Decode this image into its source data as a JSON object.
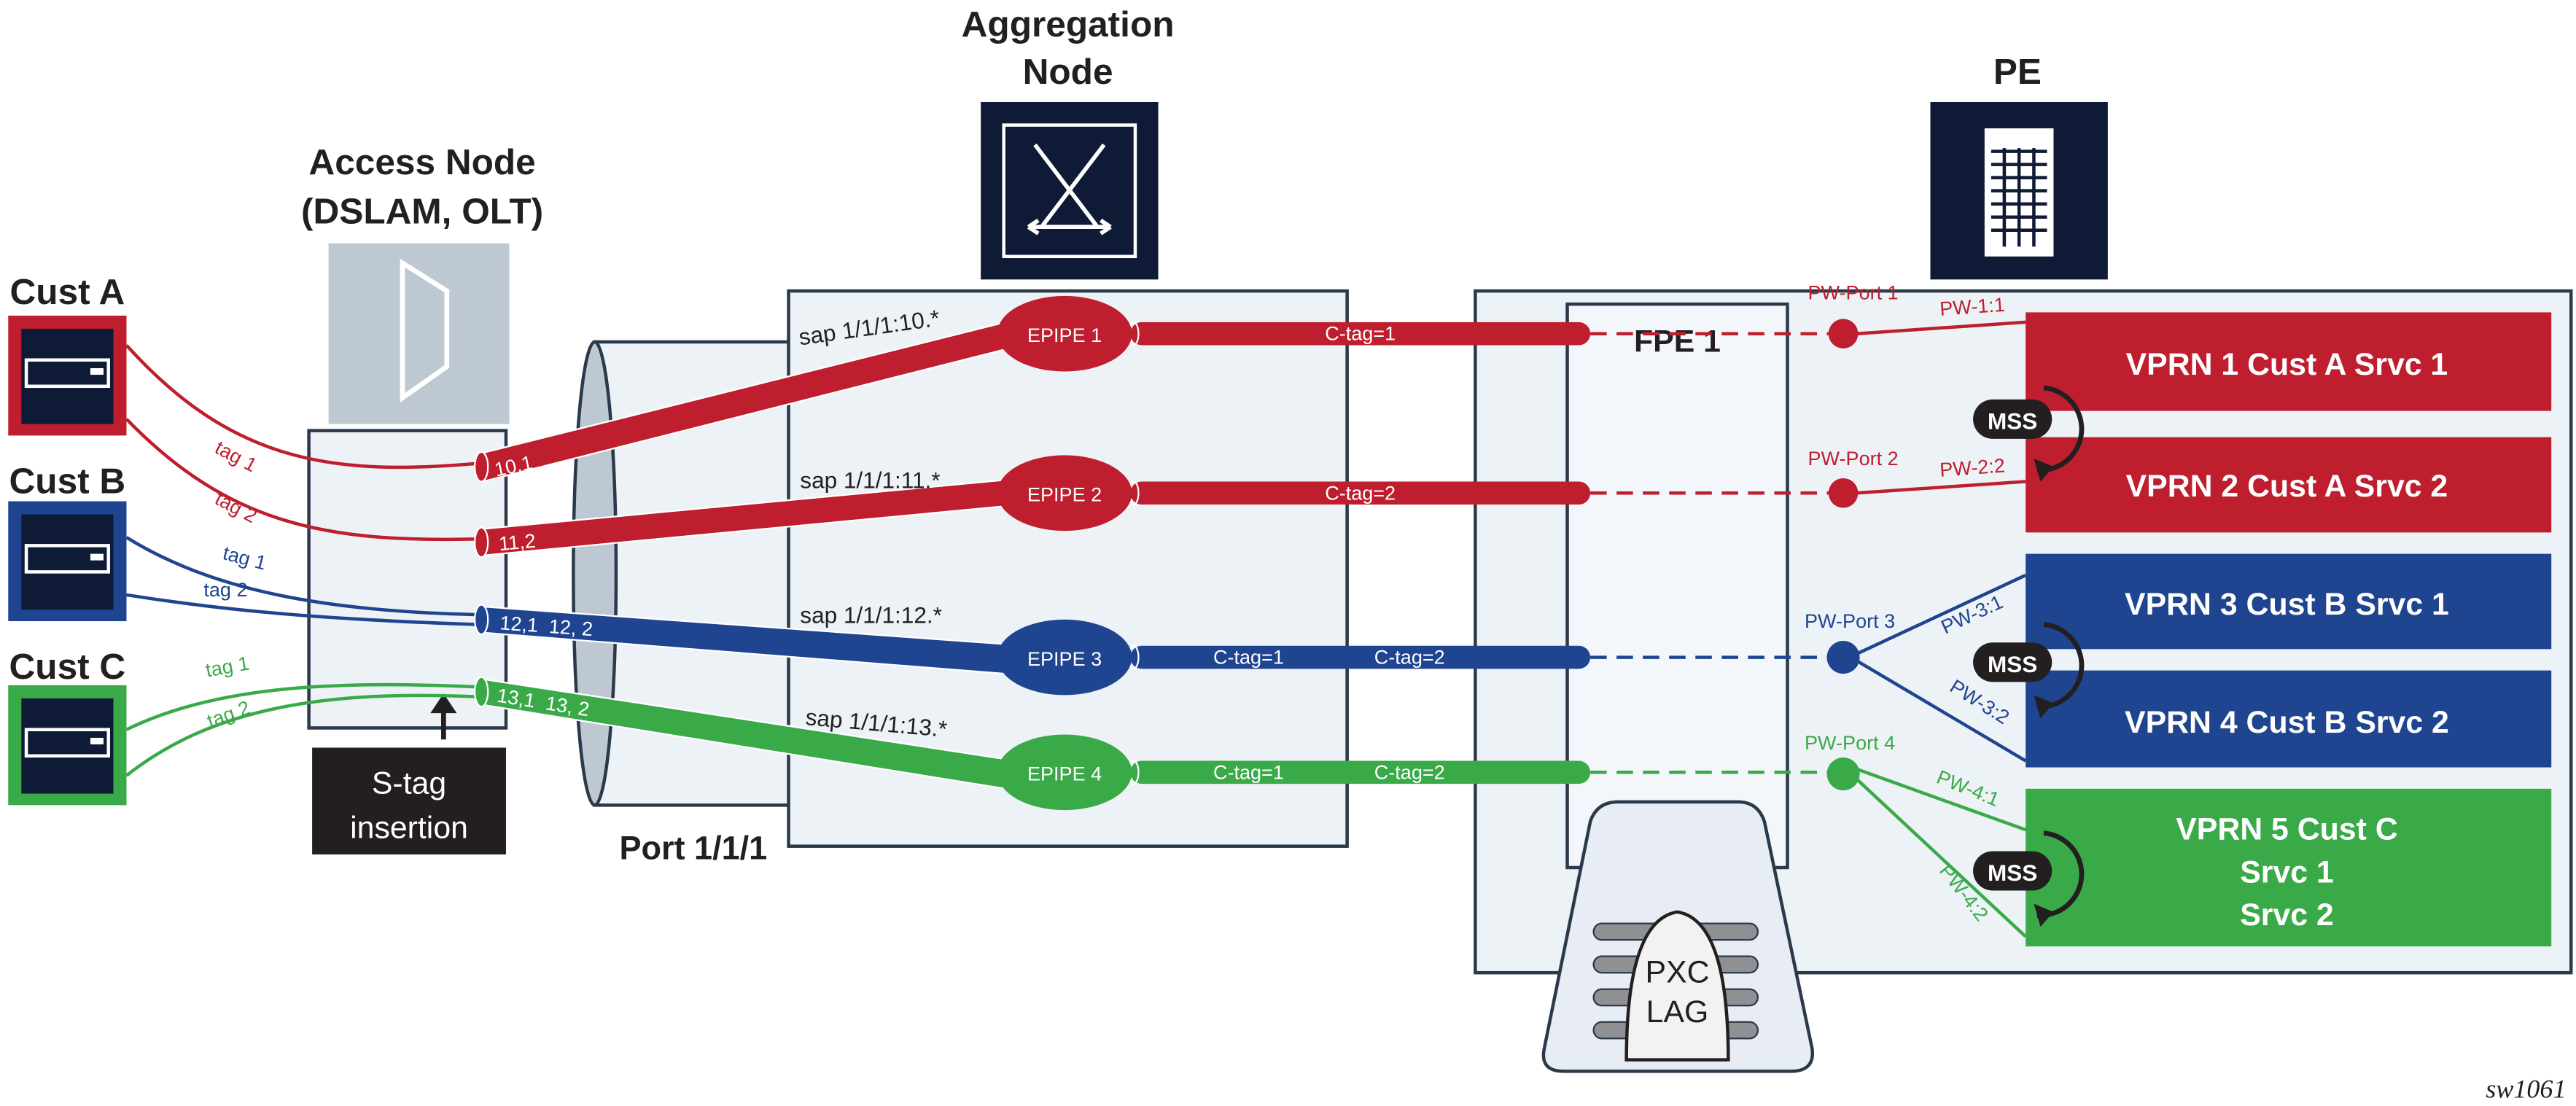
{
  "colors": {
    "red": "#be1e2d",
    "blue": "#1f4590",
    "green": "#3aaa49",
    "navy": "#0f1a36",
    "panel": "#edf2f7",
    "outline": "#2b3a4a"
  },
  "titles": {
    "aggregation_line1": "Aggregation",
    "aggregation_line2": "Node",
    "pe": "PE",
    "access_line1": "Access Node",
    "access_line2": "(DSLAM, OLT)",
    "port": "Port 1/1/1",
    "fpe": "FPE 1",
    "pxc_line1": "PXC",
    "pxc_line2": "LAG",
    "stag_line1": "S-tag",
    "stag_line2": "insertion",
    "figure_id": "sw1061"
  },
  "customers": [
    {
      "label": "Cust A",
      "tags": [
        "tag 1",
        "tag 2"
      ]
    },
    {
      "label": "Cust B",
      "tags": [
        "tag 1",
        "tag 2"
      ]
    },
    {
      "label": "Cust C",
      "tags": [
        "tag 1",
        "tag 2"
      ]
    }
  ],
  "pipes": [
    {
      "tag_label": "10,1",
      "sap": "sap 1/1/1:10.*",
      "epipe": "EPIPE 1",
      "ctag": "C-tag=1",
      "ctag2": "",
      "pw_port": "PW-Port 1"
    },
    {
      "tag_label": "11,2",
      "sap": "sap 1/1/1:11.*",
      "epipe": "EPIPE 2",
      "ctag": "C-tag=2",
      "ctag2": "",
      "pw_port": "PW-Port 2"
    },
    {
      "tag_label": "12,1  12, 2",
      "sap": "sap 1/1/1:12.*",
      "epipe": "EPIPE 3",
      "ctag": "C-tag=1",
      "ctag2": "C-tag=2",
      "pw_port": "PW-Port 3"
    },
    {
      "tag_label": "13,1  13, 2",
      "sap": "sap 1/1/1:13.*",
      "epipe": "EPIPE 4",
      "ctag": "C-tag=1",
      "ctag2": "C-tag=2",
      "pw_port": "PW-Port 4"
    }
  ],
  "pws": [
    "PW-1:1",
    "PW-2:2",
    "PW-3:1",
    "PW-3:2",
    "PW-4:1",
    "PW-4:2"
  ],
  "vprns": [
    "VPRN 1 Cust A Srvc 1",
    "VPRN 2 Cust A Srvc 2",
    "VPRN 3 Cust B Srvc 1",
    "VPRN 4 Cust B Srvc 2"
  ],
  "vprn5": {
    "line1": "VPRN 5 Cust C",
    "line2": "Srvc 1",
    "line3": "Srvc 2"
  },
  "mss": "MSS"
}
